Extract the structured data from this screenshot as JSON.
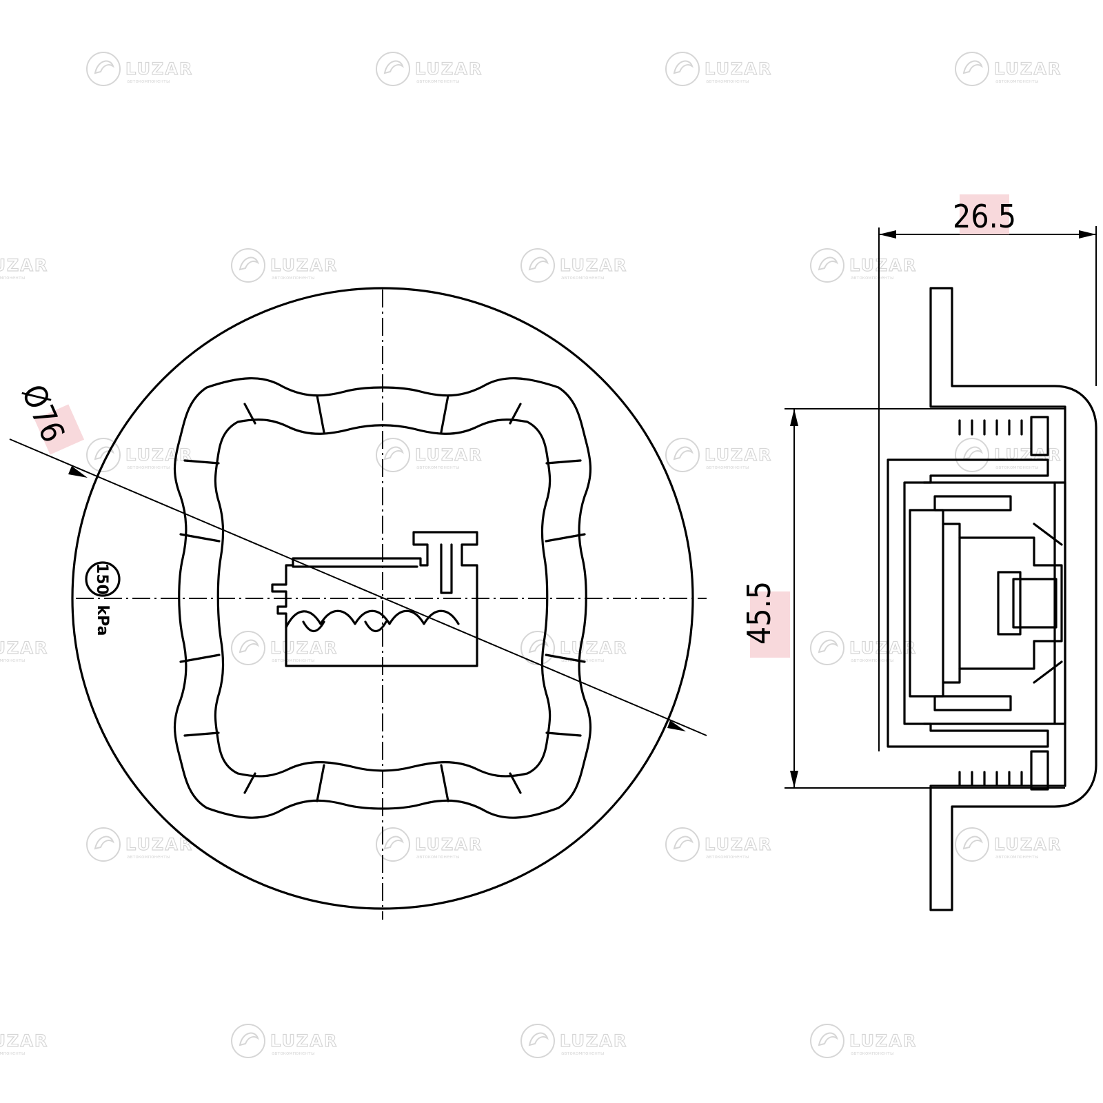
{
  "watermark": {
    "brand": "LUZAR",
    "tagline": "автокомпоненты"
  },
  "front_view": {
    "diameter_label": "Ø76",
    "pressure_value": "150",
    "pressure_unit": "kPa"
  },
  "side_view": {
    "width_label": "26.5",
    "height_label": "45.5"
  },
  "colors": {
    "line": "#000000",
    "highlight": "#f8d9dc",
    "watermark": "#d6d6d6"
  }
}
